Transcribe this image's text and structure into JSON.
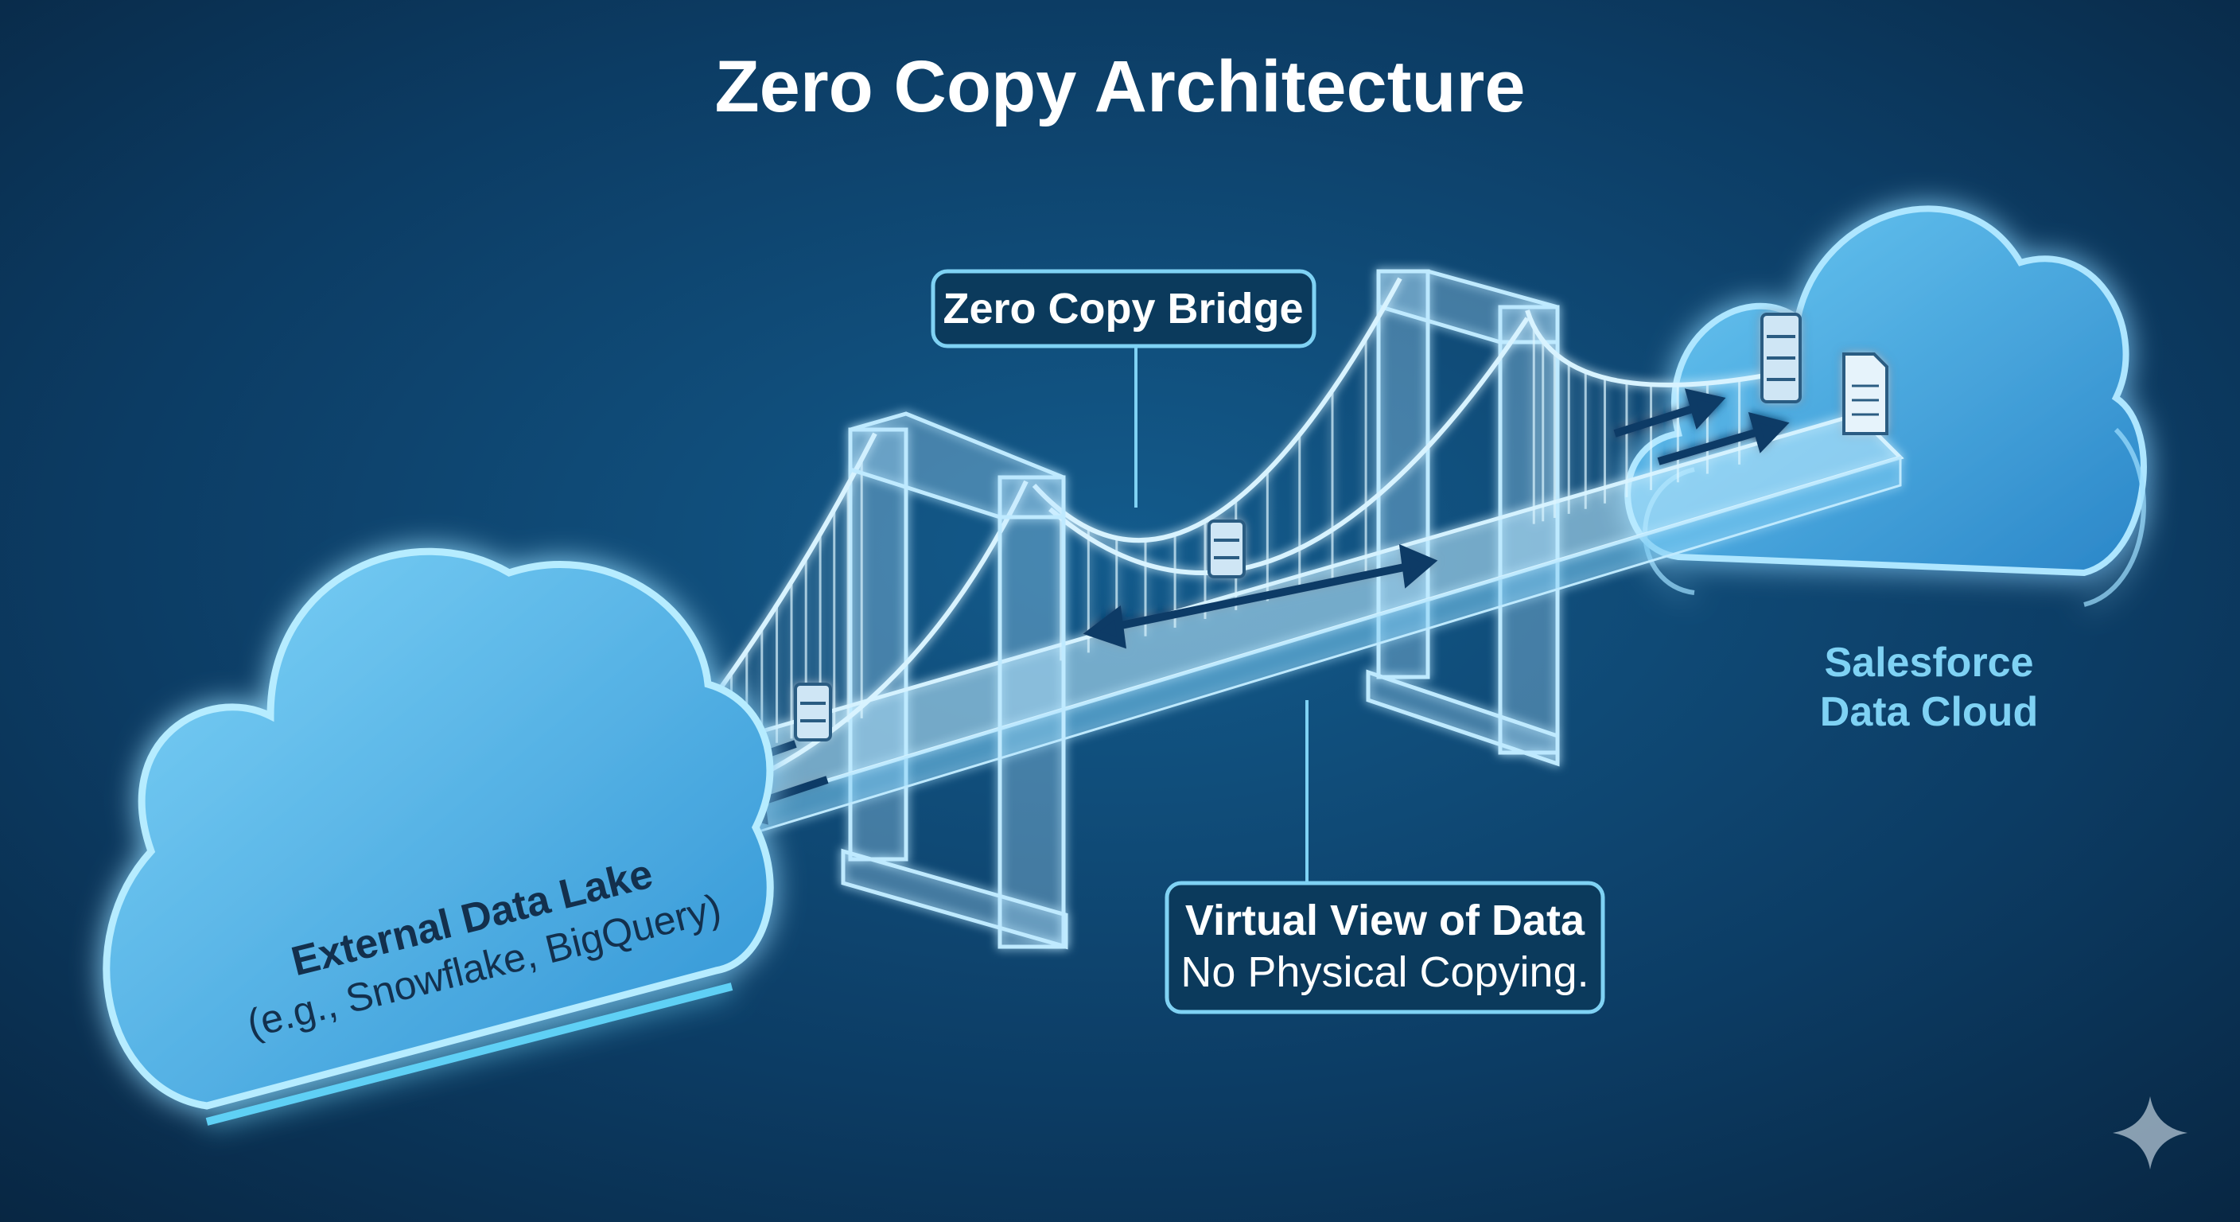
{
  "title": "Zero Copy Architecture",
  "bridge_label": "Zero Copy Bridge",
  "virtual_view": {
    "heading": "Virtual View of Data",
    "subtext": "No Physical Copying."
  },
  "left_cloud": {
    "title": "External Data Lake",
    "subtitle": "(e.g., Snowflake, BigQuery)"
  },
  "right_cloud": {
    "line1": "Salesforce",
    "line2": "Data Cloud"
  },
  "colors": {
    "background": "#0b3559",
    "cloud": "#4fb6ec",
    "accent": "#7fd2f4",
    "label_box": "#0b3a5c"
  }
}
